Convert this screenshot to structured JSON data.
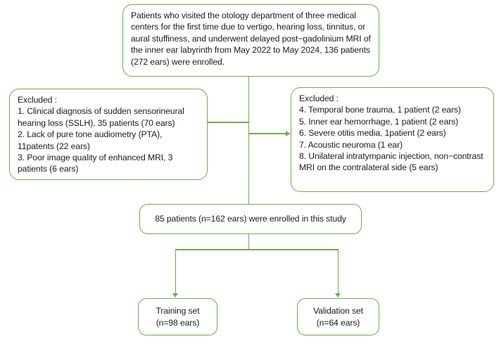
{
  "diagram": {
    "title": "Patient enrollment flowchart",
    "accent_color": "#6fab4b",
    "text_color": "#1b1b1b",
    "background_color": "#ffffff"
  },
  "nodes": {
    "top": {
      "name": "enrollment-source",
      "text": "Patients who visited the otology department of three medical centers for the first time due to vertigo, hearing loss, tinnitus, or aural stuffiness, and underwent delayed post−gadolinium MRI of the inner ear labyrinth from May 2022 to May 2024, 136 patients (272 ears) were enrolled."
    },
    "excluded_left": {
      "name": "excluded-criteria-left",
      "heading": "Excluded :",
      "items": [
        "1. Clinical diagnosis of sudden sensorineural hearing loss (SSLH), 35 patients (70 ears)",
        "2. Lack of pure tone audiometry (PTA), 11patents (22 ears)",
        "3. Poor image quality of enhanced MRI, 3 patients (6 ears)"
      ],
      "text": "Excluded :\n1. Clinical diagnosis of sudden sensorineural hearing loss (SSLH), 35 patients (70 ears)\n2. Lack of pure tone audiometry (PTA), 11patents (22 ears)\n3. Poor image quality of enhanced MRI, 3 patients (6 ears)"
    },
    "excluded_right": {
      "name": "excluded-criteria-right",
      "heading": "Excluded :",
      "items": [
        "4. Temporal bone trauma, 1 patient (2 ears)",
        "5. Inner ear hemorrhage, 1 patient (2 ears)",
        "6. Severe otitis media, 1patient (2 ears)",
        "7. Acoustic neuroma (1 ear)",
        "8. Unilateral intratympanic injection, non−contrast MRI on the contralateral side (5 ears)"
      ],
      "text": "Excluded :\n4. Temporal bone trauma, 1 patient (2 ears)\n5. Inner ear hemorrhage, 1 patient (2 ears)\n6. Severe otitis media, 1patient (2 ears)\n7. Acoustic neuroma (1 ear)\n8. Unilateral intratympanic injection, non−contrast MRI on the contralateral side (5 ears)"
    },
    "enrolled": {
      "name": "final-enrolled-cohort",
      "text": "85 patients (n=162 ears) were enrolled in this study"
    },
    "training": {
      "name": "training-set",
      "text": "Training set\n(n=98 ears)"
    },
    "validation": {
      "name": "validation-set",
      "text": "Validation set\n(n=64 ears)"
    }
  },
  "counts": {
    "initial_patients": 136,
    "initial_ears": 272,
    "enrolled_patients": 85,
    "enrolled_ears": 162,
    "training_ears": 98,
    "validation_ears": 64
  }
}
